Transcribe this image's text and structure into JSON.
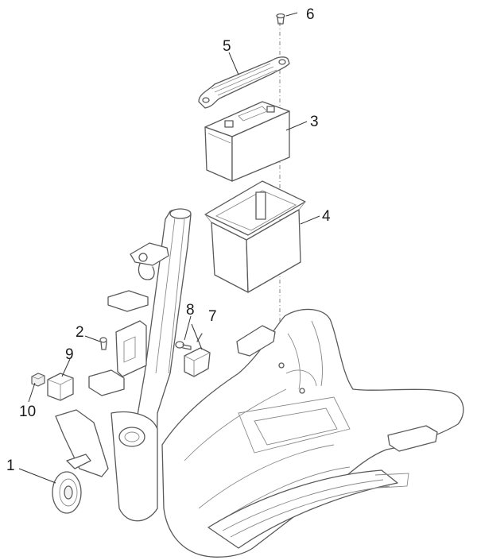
{
  "parts": [
    {
      "number": "1"
    },
    {
      "number": "2"
    },
    {
      "number": "3"
    },
    {
      "number": "4"
    },
    {
      "number": "5"
    },
    {
      "number": "6"
    },
    {
      "number": "7"
    },
    {
      "number": "8"
    },
    {
      "number": "9"
    },
    {
      "number": "10"
    }
  ]
}
